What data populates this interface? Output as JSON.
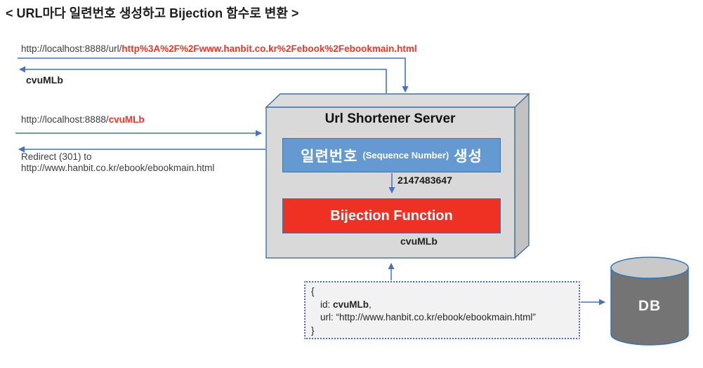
{
  "title": "< URL마다 일련번호 생성하고 Bijection 함수로 변환 >",
  "flows": {
    "request1": {
      "prefix": "http://localhost:8888/url/",
      "encoded": "http%3A%2F%2Fwww.hanbit.co.kr%2Febook%2Febookmain.html"
    },
    "response1": {
      "label": "cvuMLb"
    },
    "request2": {
      "prefix": "http://localhost:8888/",
      "short_code": "cvuMLb"
    },
    "response2": {
      "line1": "Redirect (301) to",
      "line2": "http://www.hanbit.co.kr/ebook/ebookmain.html"
    }
  },
  "server": {
    "title": "Url Shortener Server",
    "sequence_box": {
      "kr_left": "일련번호",
      "en": "(Sequence Number)",
      "kr_right": "생성"
    },
    "sequence_value": "2147483647",
    "bijection_label": "Bijection Function",
    "bijection_output": "cvuMLb"
  },
  "record": {
    "open_brace": "{",
    "id_key": "id: ",
    "id_value": "cvuMLb",
    "id_suffix": ",",
    "url_line": "url: “http://www.hanbit.co.kr/ebook/ebookmain.html”",
    "close_brace": "}"
  },
  "db": {
    "label": "DB"
  },
  "colors": {
    "arrow_blue": "#4472c4",
    "box_border_blue": "#41719c",
    "sequence_box_fill": "#649ad1",
    "bijection_box_fill": "#ee3123",
    "highlight_red": "#ed382b",
    "server_face_gray": "#d9d9d9",
    "server_side_gray": "#c2c2c2",
    "db_body_gray": "#747474",
    "db_top_gray": "#c9c9c9",
    "record_box_fill": "#f2f2f2"
  }
}
